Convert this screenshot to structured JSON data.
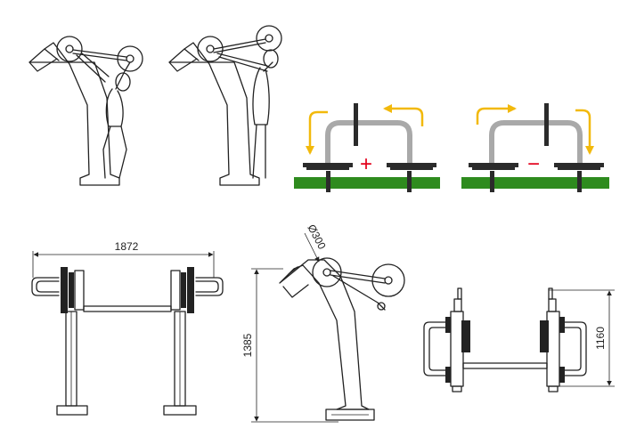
{
  "dimensions": {
    "width_label": "1872",
    "height_label": "1385",
    "depth_label": "1160",
    "diameter_label": "Ø300"
  },
  "load_indicators": {
    "increase_symbol": "+",
    "decrease_symbol": "−"
  },
  "colors": {
    "ground": "#2e8b1e",
    "arrow": "#f2b90b",
    "sign": "#e3001b",
    "frame": "#a9a9a9",
    "plate": "#2b2b2b"
  }
}
